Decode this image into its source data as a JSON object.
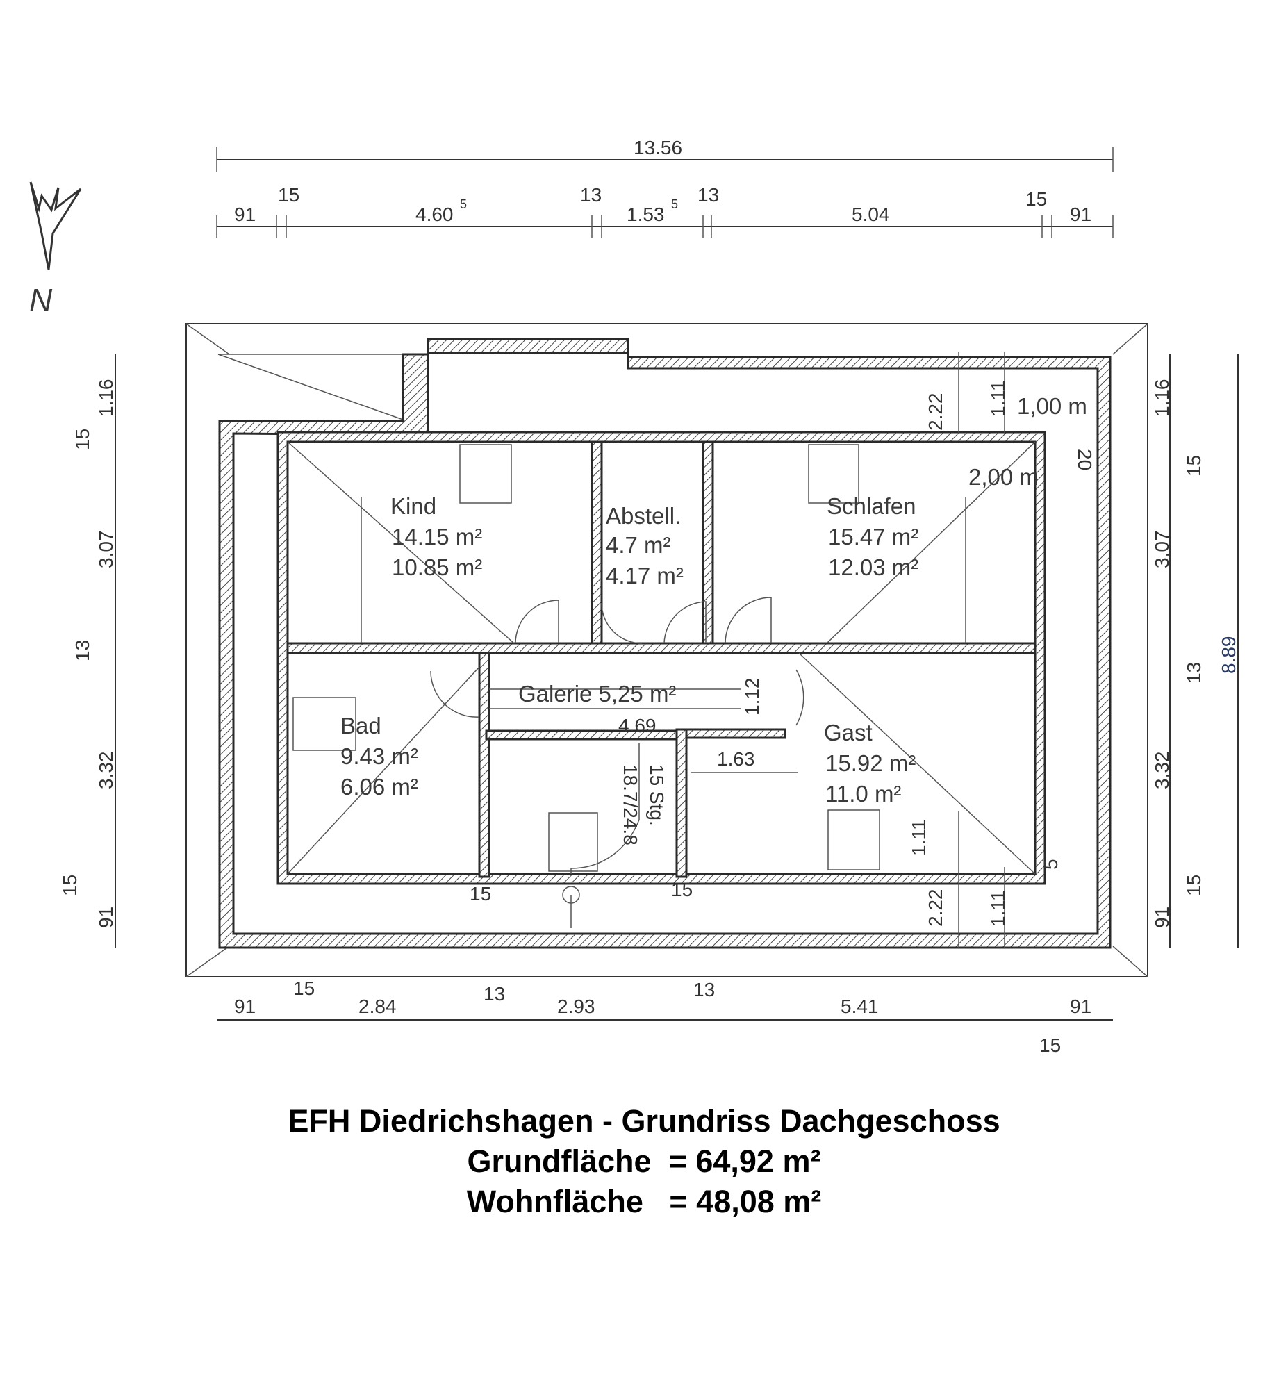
{
  "plan": {
    "north_label": "N",
    "dims_top_total": "13.56",
    "dims_top": [
      "91",
      "15",
      "4.60",
      "5",
      "13",
      "1.53",
      "5",
      "13",
      "5.04",
      "15",
      "91"
    ],
    "dims_bottom": [
      "91",
      "15",
      "2.84",
      "13",
      "2.93",
      "13",
      "5.41",
      "91",
      "15"
    ],
    "dims_left": [
      "1.16",
      "15",
      "3.07",
      "13",
      "3.32",
      "15",
      "91"
    ],
    "dims_right": [
      "1.16",
      "15",
      "3.07",
      "13",
      "3.32",
      "15",
      "91",
      "8.89"
    ],
    "dims_inner": [
      "2.22",
      "1.11",
      "1,00 m",
      "20",
      "2,00 m",
      "1.12",
      "4.69",
      "1.63",
      "15 Stg.",
      "18.7/24.8",
      "1.11",
      "2.22",
      "1.11",
      "15",
      "15",
      "5"
    ],
    "rooms": [
      {
        "name": "Kind",
        "area1": "14.15 m²",
        "area2": "10.85 m²"
      },
      {
        "name": "Abstell.",
        "area1": "4.7 m²",
        "area2": "4.17 m²"
      },
      {
        "name": "Schlafen",
        "area1": "15.47 m²",
        "area2": "12.03 m²"
      },
      {
        "name": "Bad",
        "area1": "9.43 m²",
        "area2": "6.06 m²"
      },
      {
        "name": "Gast",
        "area1": "15.92 m²",
        "area2": "11.0 m²"
      }
    ],
    "galerie": "Galerie 5,25 m²"
  },
  "titles": {
    "line1": "EFH Diedrichshagen - Grundriss Dachgeschoss",
    "line2": "Grundfläche  = 64,92 m²",
    "line3": "Wohnfläche   = 48,08 m²"
  }
}
